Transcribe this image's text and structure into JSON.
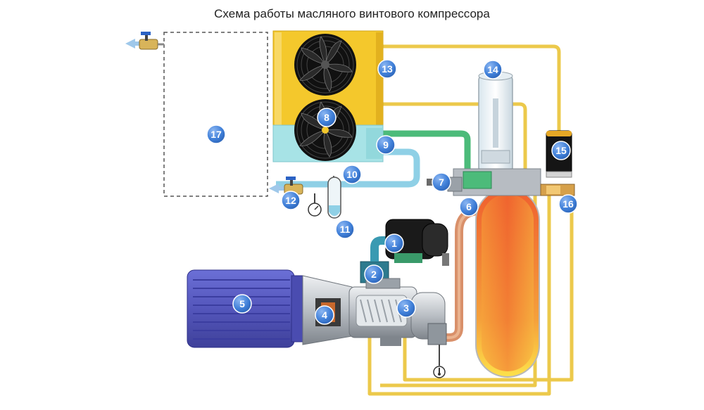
{
  "title": "Схема работы масляного винтового компрессора",
  "badges": [
    "1",
    "2",
    "3",
    "4",
    "5",
    "6",
    "7",
    "8",
    "9",
    "10",
    "11",
    "12",
    "13",
    "14",
    "15",
    "16",
    "17"
  ],
  "colors": {
    "pipe_yellow": "#ecc94b",
    "pipe_green": "#4cbb7a",
    "pipe_lightblue": "#8fd0e6",
    "pipe_copper": "#d9906a",
    "cooler_yellow": "#f4c82c",
    "cooler_cyan": "#a7e3e6",
    "motor_blue": "#5a5cc4",
    "badge_blue": "#3f7fd8",
    "tank_orange": "#ef7c34"
  },
  "icons": [
    "fan-icon",
    "valve-icon",
    "pressure-gauge-icon",
    "thermometer-icon",
    "arrow-left-icon"
  ]
}
